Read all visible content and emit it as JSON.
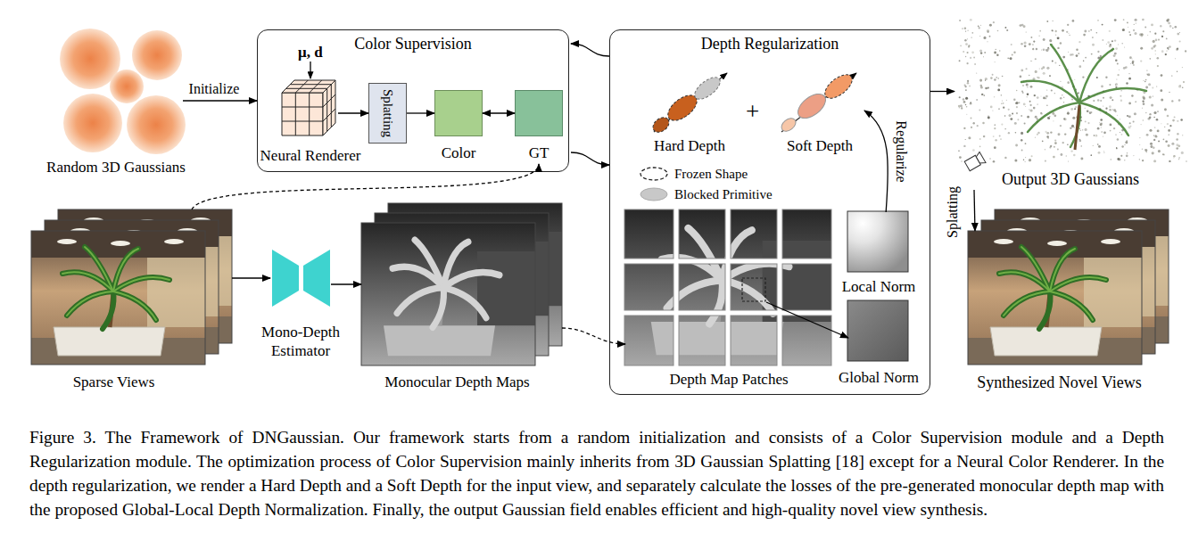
{
  "diagram": {
    "caption": "Figure 3. The Framework of DNGaussian. Our framework starts from a random initialization and consists of a Color Supervision module and a Depth Regularization module. The optimization process of Color Supervision mainly inherits from 3D Gaussian Splatting [18] except for a Neural Color Renderer. In the depth regularization, we render a Hard Depth and a Soft Depth for the input view, and separately calculate the losses of the pre-generated monocular depth map with the proposed Global-Local Depth Normalization. Finally, the output Gaussian field enables efficient and high-quality novel view synthesis.",
    "nodes": [
      {
        "text": [
          "Random 3D Gaussians"
        ]
      },
      {
        "text": [
          "Color Supervision"
        ]
      },
      {
        "text": [
          "Neural Renderer"
        ],
        "in": 1
      },
      {
        "text": [
          "Splatting"
        ],
        "in": 1
      },
      {
        "text": [
          "Color"
        ],
        "in": 1
      },
      {
        "text": [
          "GT"
        ],
        "in": 1
      },
      {
        "text": [
          "Depth Regularization"
        ]
      },
      {
        "text": [
          "Hard Depth"
        ],
        "in": 6
      },
      {
        "text": [
          "Soft Depth"
        ],
        "in": 6
      },
      {
        "text": [
          "Depth Map Patches"
        ],
        "in": 6
      },
      {
        "text": [
          "Local Norm"
        ],
        "in": 6
      },
      {
        "text": [
          "Global Norm"
        ],
        "in": 6
      },
      {
        "text": [
          "Sparse Views"
        ]
      },
      {
        "text": [
          "Mono-Depth Estimator"
        ]
      },
      {
        "text": [
          "Monocular Depth Maps"
        ]
      },
      {
        "text": [
          "Output 3D Gaussians"
        ]
      },
      {
        "text": [
          "Synthesized Novel Views"
        ]
      }
    ],
    "edges": [
      {
        "from": 0,
        "to": 1,
        "arrow": "to",
        "label": "Initialize"
      },
      {
        "from": 2,
        "to": 3,
        "arrow": "to"
      },
      {
        "from": 3,
        "to": 4,
        "arrow": "to"
      },
      {
        "from": 4,
        "to": 5,
        "arrow": "both"
      },
      {
        "from": 6,
        "to": 1,
        "arrow": "to"
      },
      {
        "from": 1,
        "to": 6,
        "arrow": "to"
      },
      {
        "from": 12,
        "to": 5,
        "arrow": "to"
      },
      {
        "from": 12,
        "to": 13,
        "arrow": "to"
      },
      {
        "from": 13,
        "to": 14,
        "arrow": "to"
      },
      {
        "from": 14,
        "to": 9,
        "arrow": "to"
      },
      {
        "from": 9,
        "to": 11,
        "arrow": "to"
      },
      {
        "from": 10,
        "to": 8,
        "arrow": "to",
        "label": "Regularize"
      },
      {
        "from": 6,
        "to": 15,
        "arrow": "to"
      },
      {
        "from": 15,
        "to": 16,
        "arrow": "to",
        "label": "Splatting"
      }
    ],
    "labels": [
      "μ, d",
      "+"
    ],
    "legend": [
      {
        "text": "Frozen Shape"
      },
      {
        "text": "Blocked Primitive",
        "color": "#c8c8c8"
      }
    ]
  }
}
